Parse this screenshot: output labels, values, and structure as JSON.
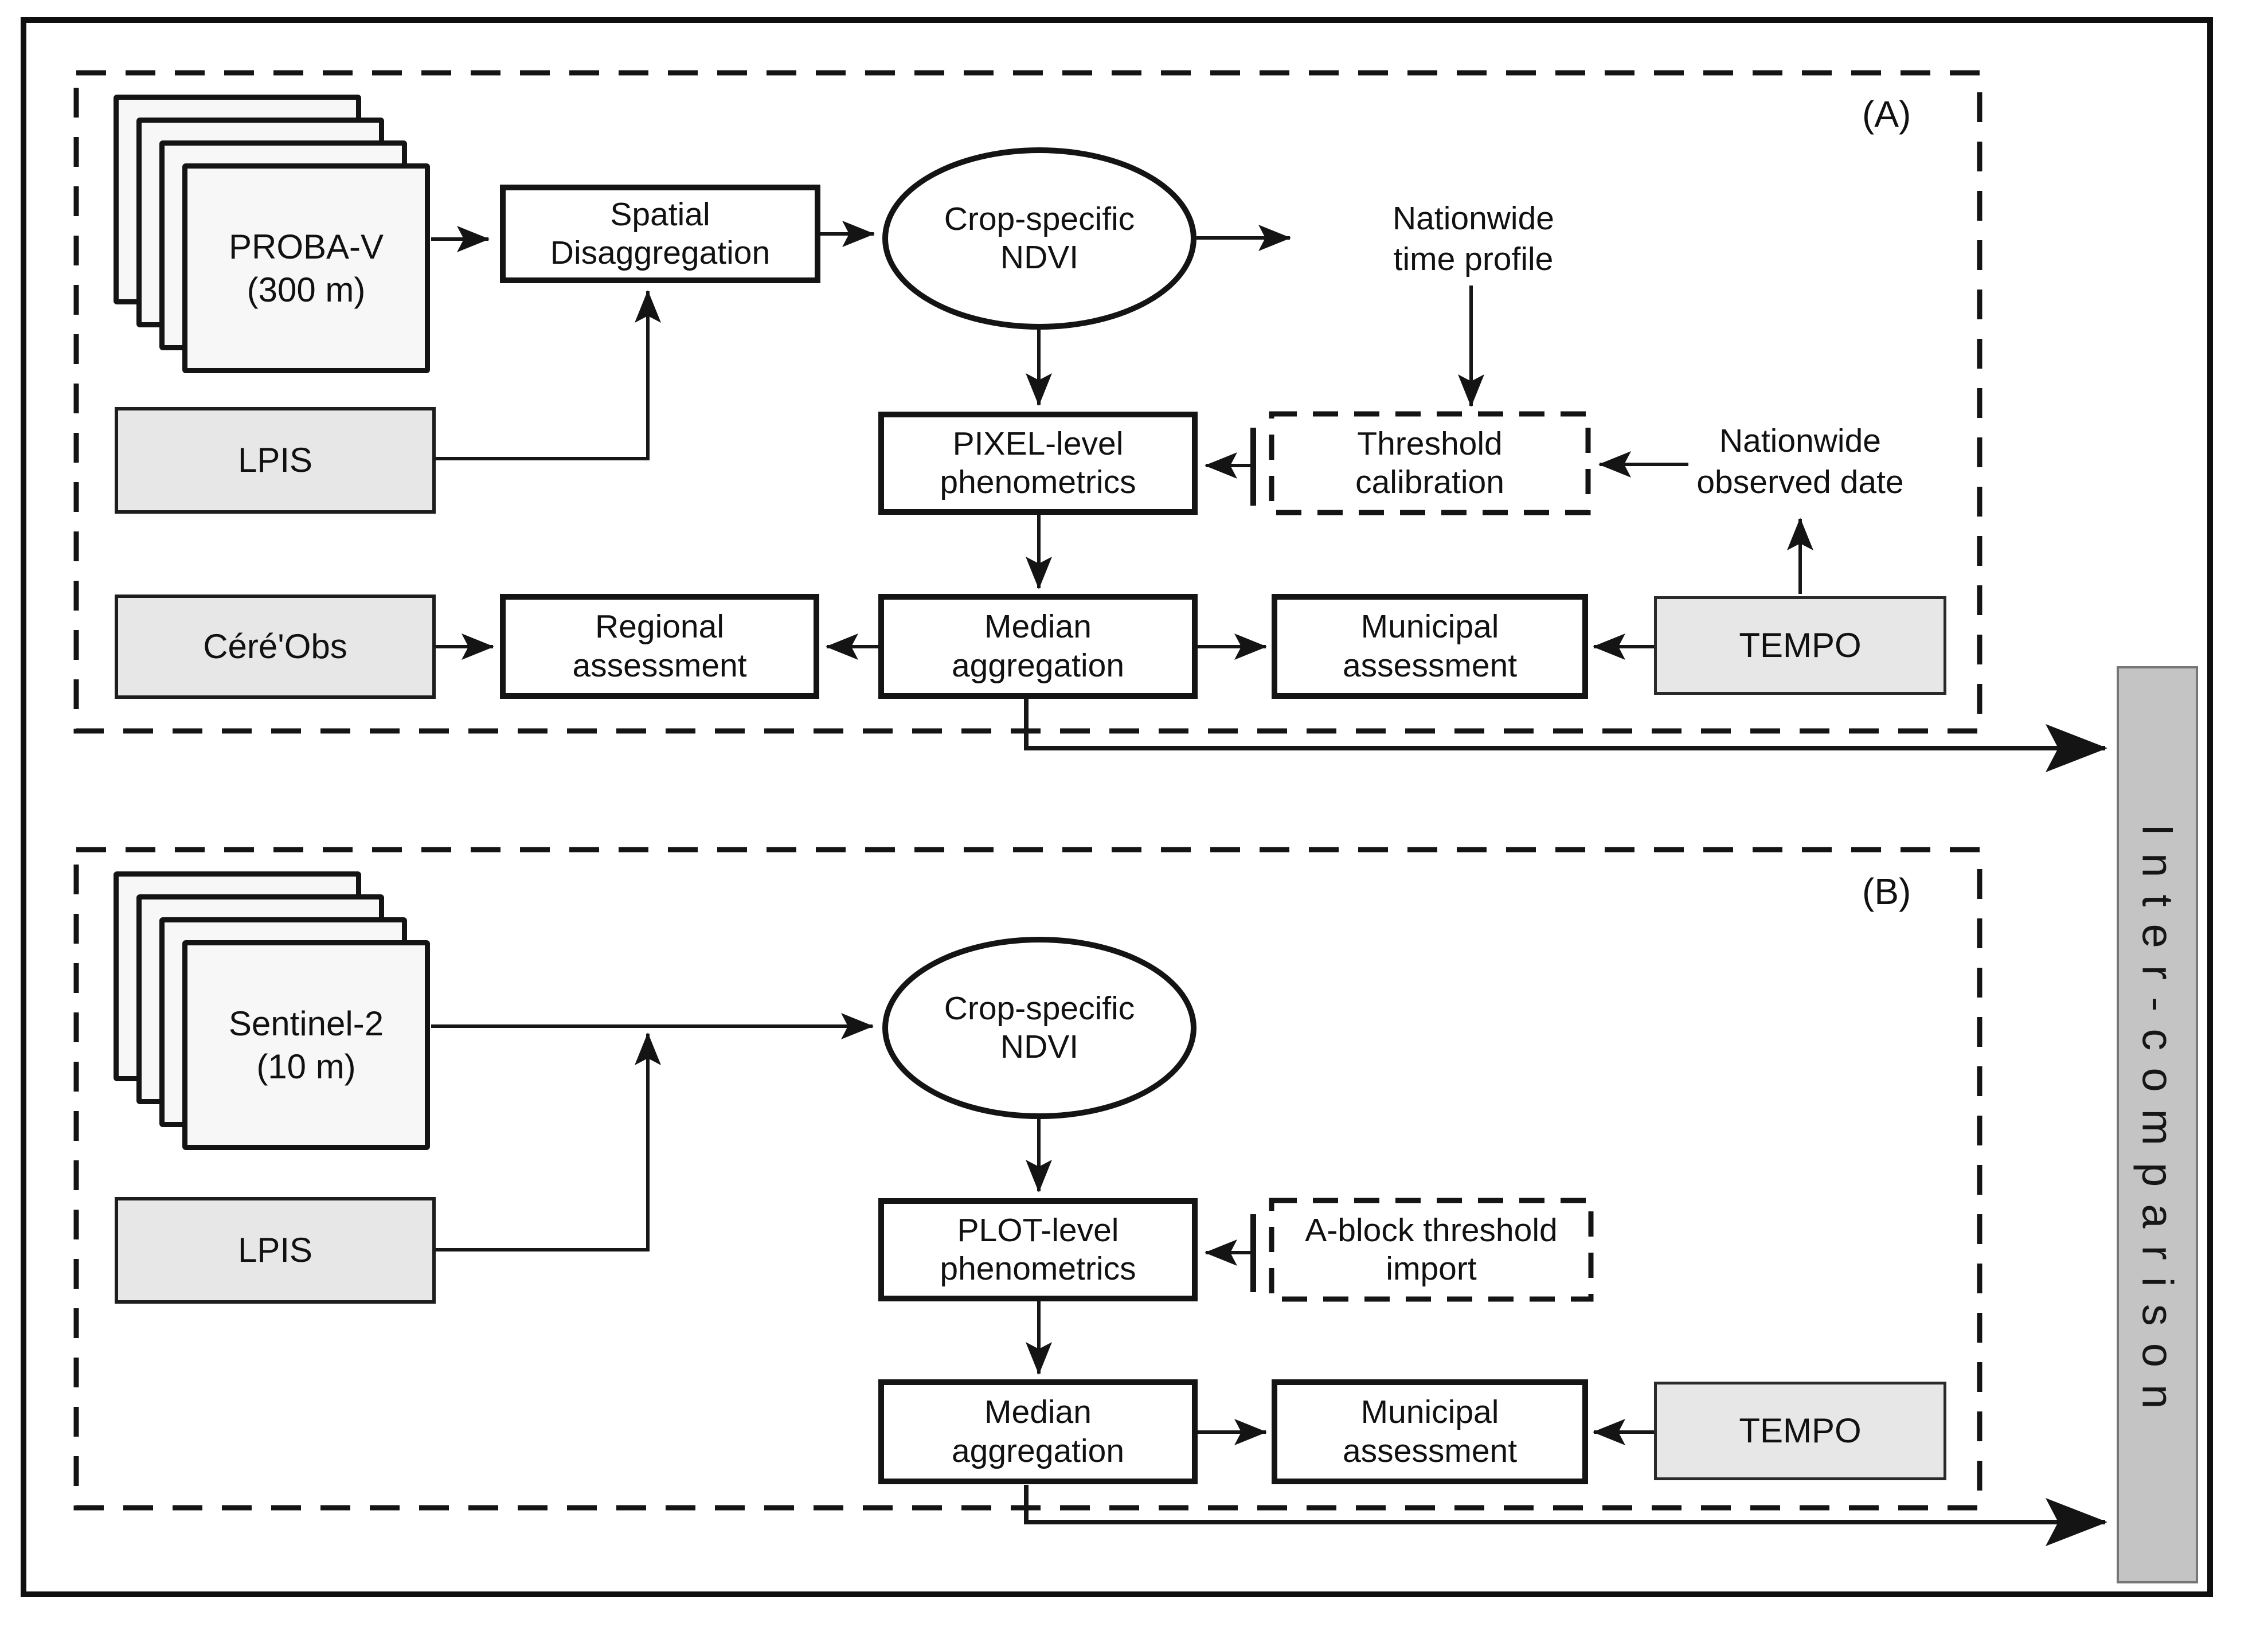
{
  "figure": {
    "panel_a": {
      "label": "(A)",
      "stack_label": "PROBA-V\n(300 m)",
      "lpis": "LPIS",
      "spatial_disaggregation": "Spatial\nDisaggregation",
      "ndvi_ellipse": "Crop-specific\nNDVI",
      "nationwide_time_profile": "Nationwide\ntime profile",
      "pixel_phenometrics": "PIXEL-level\nphenometrics",
      "threshold_calibration": "Threshold\ncalibration",
      "nationwide_observed_date": "Nationwide\nobserved date",
      "cereobs": "Céré'Obs",
      "regional_assessment": "Regional\nassessment",
      "median_aggregation": "Median\naggregation",
      "municipal_assessment": "Municipal\nassessment",
      "tempo": "TEMPO"
    },
    "panel_b": {
      "label": "(B)",
      "stack_label": "Sentinel-2\n(10 m)",
      "lpis": "LPIS",
      "ndvi_ellipse": "Crop-specific\nNDVI",
      "plot_phenometrics": "PLOT-level\nphenometrics",
      "a_block_threshold_import": "A-block threshold\nimport",
      "median_aggregation": "Median\naggregation",
      "municipal_assessment": "Municipal\nassessment",
      "tempo": "TEMPO"
    },
    "intercomparison": "Inter-comparison",
    "colors": {
      "stroke": "#141414",
      "process_fill": "#ffffff",
      "data_fill": "#e7e7e7",
      "bar_fill": "#c4c4c4"
    },
    "edges": [
      "PROBA-V (300 m) -> Spatial Disaggregation",
      "LPIS (A) -> Spatial Disaggregation",
      "Spatial Disaggregation -> Crop-specific NDVI (A)",
      "Crop-specific NDVI (A) -> Nationwide time profile",
      "Crop-specific NDVI (A) -> PIXEL-level phenometrics",
      "Nationwide time profile -> Threshold calibration",
      "Threshold calibration -> PIXEL-level phenometrics",
      "Nationwide observed date -> Threshold calibration",
      "TEMPO (A) -> Nationwide observed date",
      "PIXEL-level phenometrics -> Median aggregation (A)",
      "Céré'Obs -> Regional assessment",
      "Median aggregation (A) -> Regional assessment",
      "Median aggregation (A) -> Municipal assessment (A)",
      "TEMPO (A) -> Municipal assessment (A)",
      "Median aggregation (A) -> Inter-comparison",
      "Sentinel-2 (10 m) -> Crop-specific NDVI (B)",
      "LPIS (B) -> Crop-specific NDVI (B)",
      "Crop-specific NDVI (B) -> PLOT-level phenometrics",
      "A-block threshold import -> PLOT-level phenometrics",
      "PLOT-level phenometrics -> Median aggregation (B)",
      "Median aggregation (B) -> Municipal assessment (B)",
      "TEMPO (B) -> Municipal assessment (B)",
      "Median aggregation (B) -> Inter-comparison"
    ]
  }
}
